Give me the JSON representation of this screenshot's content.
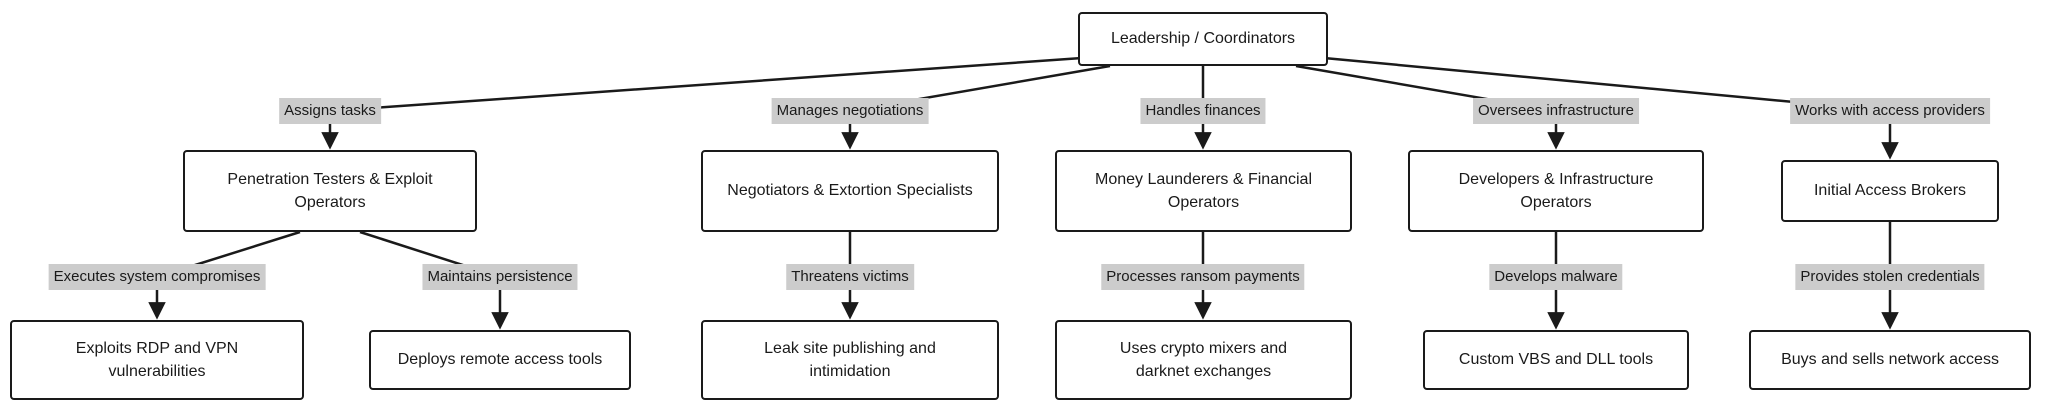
{
  "diagram": {
    "root": {
      "label": "Leadership / Coordinators"
    },
    "branches": [
      {
        "edge_label": "Assigns tasks",
        "label": "Penetration Testers & Exploit Operators",
        "children": [
          {
            "edge_label": "Executes system compromises",
            "label": "Exploits RDP and VPN vulnerabilities"
          },
          {
            "edge_label": "Maintains persistence",
            "label": "Deploys remote access tools"
          }
        ]
      },
      {
        "edge_label": "Manages negotiations",
        "label": "Negotiators & Extortion Specialists",
        "children": [
          {
            "edge_label": "Threatens victims",
            "label": "Leak site publishing and intimidation"
          }
        ]
      },
      {
        "edge_label": "Handles finances",
        "label": "Money Launderers & Financial Operators",
        "children": [
          {
            "edge_label": "Processes ransom payments",
            "label": "Uses crypto mixers and darknet exchanges"
          }
        ]
      },
      {
        "edge_label": "Oversees infrastructure",
        "label": "Developers & Infrastructure Operators",
        "children": [
          {
            "edge_label": "Develops malware",
            "label": "Custom VBS and DLL tools"
          }
        ]
      },
      {
        "edge_label": "Works with access providers",
        "label": "Initial Access Brokers",
        "children": [
          {
            "edge_label": "Provides stolen credentials",
            "label": "Buys and sells network access"
          }
        ]
      }
    ],
    "colors": {
      "node_border": "#1a1a1a",
      "node_fill": "#ffffff",
      "edge_label_bg": "#cccccc",
      "line": "#1a1a1a",
      "background": "#ffffff"
    }
  }
}
